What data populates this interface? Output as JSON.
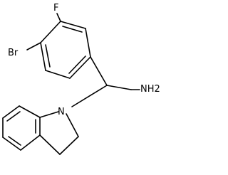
{
  "molecule": {
    "atoms": {
      "fluorine": "F",
      "bromine": "Br",
      "amine": "NH2",
      "nitrogen": "N"
    },
    "line_color": "#000000",
    "background": "#ffffff"
  }
}
